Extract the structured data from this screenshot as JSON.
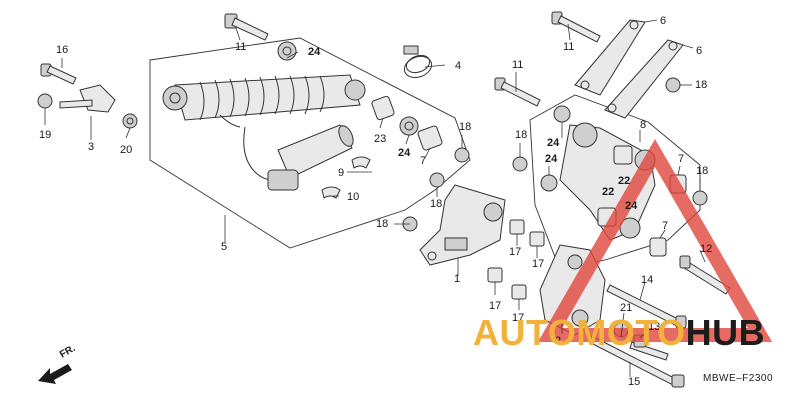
{
  "diagram": {
    "code": "MBWE–F2300",
    "direction_label": "FR.",
    "parts": [
      {
        "id": "p1",
        "label": "1"
      },
      {
        "id": "p2",
        "label": "2"
      },
      {
        "id": "p3",
        "label": "3"
      },
      {
        "id": "p4",
        "label": "4"
      },
      {
        "id": "p5",
        "label": "5"
      },
      {
        "id": "p6a",
        "label": "6"
      },
      {
        "id": "p6b",
        "label": "6"
      },
      {
        "id": "p7a",
        "label": "7"
      },
      {
        "id": "p7b",
        "label": "7"
      },
      {
        "id": "p7c",
        "label": "7"
      },
      {
        "id": "p8",
        "label": "8"
      },
      {
        "id": "p9",
        "label": "9"
      },
      {
        "id": "p10",
        "label": "10"
      },
      {
        "id": "p11a",
        "label": "11"
      },
      {
        "id": "p11b",
        "label": "11"
      },
      {
        "id": "p11c",
        "label": "11"
      },
      {
        "id": "p12",
        "label": "12"
      },
      {
        "id": "p13",
        "label": "13"
      },
      {
        "id": "p14",
        "label": "14"
      },
      {
        "id": "p15",
        "label": "15"
      },
      {
        "id": "p16",
        "label": "16"
      },
      {
        "id": "p17a",
        "label": "17"
      },
      {
        "id": "p17b",
        "label": "17"
      },
      {
        "id": "p17c",
        "label": "17"
      },
      {
        "id": "p17d",
        "label": "17"
      },
      {
        "id": "p18a",
        "label": "18"
      },
      {
        "id": "p18b",
        "label": "18"
      },
      {
        "id": "p18c",
        "label": "18"
      },
      {
        "id": "p18d",
        "label": "18"
      },
      {
        "id": "p18e",
        "label": "18"
      },
      {
        "id": "p18f",
        "label": "18"
      },
      {
        "id": "p19",
        "label": "19"
      },
      {
        "id": "p20",
        "label": "20"
      },
      {
        "id": "p21",
        "label": "21"
      },
      {
        "id": "p22a",
        "label": "22"
      },
      {
        "id": "p22b",
        "label": "22"
      },
      {
        "id": "p23",
        "label": "23"
      },
      {
        "id": "p24a",
        "label": "24"
      },
      {
        "id": "p24b",
        "label": "24"
      },
      {
        "id": "p24c",
        "label": "24"
      },
      {
        "id": "p24d",
        "label": "24"
      },
      {
        "id": "p24e",
        "label": "24"
      }
    ]
  },
  "watermark": {
    "text_main": "AUTOMOTO",
    "text_accent": "HUB",
    "colors": {
      "main": "#f2b13a",
      "accent": "#1c1c1c",
      "triangle": "#e0463c"
    }
  }
}
